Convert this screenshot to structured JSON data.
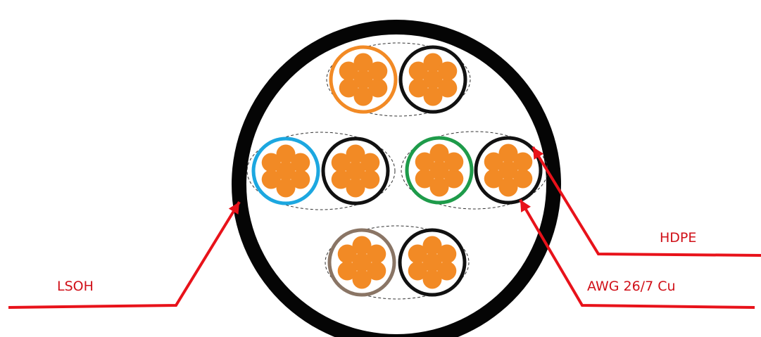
{
  "labels": {
    "outer_jacket": "LSOH",
    "insulation": "HDPE",
    "conductor": "AWG 26/7 Cu"
  },
  "colors": {
    "jacket": "#050505",
    "cavity": "#ffffff",
    "strand": "#f28a25",
    "pair_divider": "#333333",
    "leader": "#e8121a",
    "insulation_colors": [
      "#f28a25",
      "#1ca7e0",
      "#1e9b4a",
      "#8a7565",
      "#111111"
    ]
  },
  "pairs": [
    {
      "name": "orange",
      "colors": [
        "orange",
        "black"
      ]
    },
    {
      "name": "blue",
      "colors": [
        "blue",
        "black"
      ]
    },
    {
      "name": "green",
      "colors": [
        "green",
        "black"
      ]
    },
    {
      "name": "brown",
      "colors": [
        "brown",
        "black"
      ]
    }
  ],
  "strands_per_conductor": 7
}
